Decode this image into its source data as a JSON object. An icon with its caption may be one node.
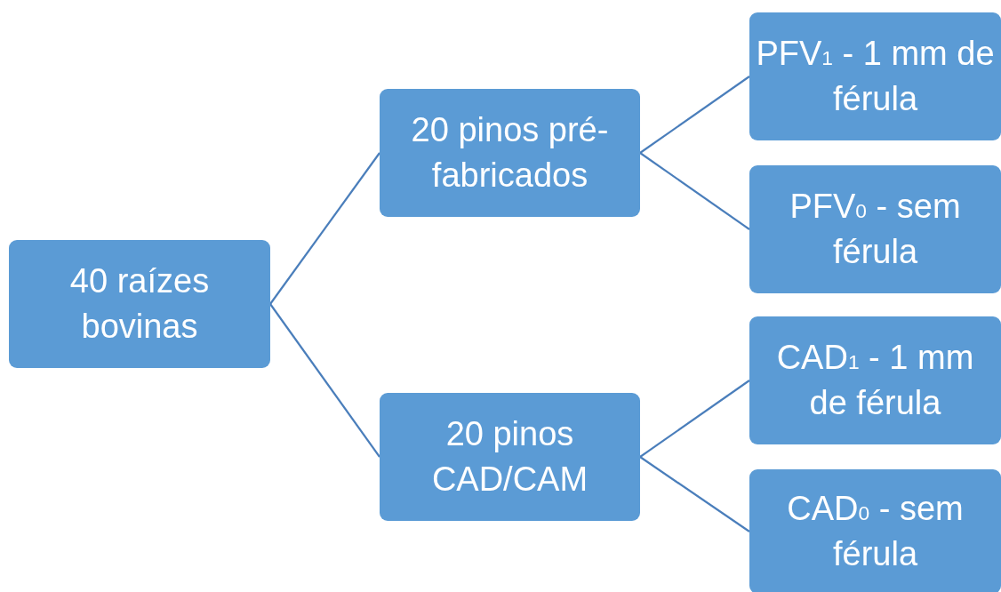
{
  "diagram": {
    "nodes": [
      {
        "text": [
          "40 raízes bovinas"
        ]
      },
      {
        "text": [
          "20 pinos pré-fabricados"
        ]
      },
      {
        "text": [
          "20 pinos CAD/CAM"
        ]
      },
      {
        "text": [
          "PFV$_{1}$ - 1 mm de férula"
        ]
      },
      {
        "text": [
          "PFV$_{0}$ - sem férula"
        ]
      },
      {
        "text": [
          "CAD$_{1}$ - 1 mm de férula"
        ]
      },
      {
        "text": [
          "CAD$_{0}$ - sem férula"
        ]
      }
    ],
    "edges": [
      {
        "from": 0,
        "to": 1,
        "arrow": "none"
      },
      {
        "from": 0,
        "to": 2,
        "arrow": "none"
      },
      {
        "from": 1,
        "to": 3,
        "arrow": "none"
      },
      {
        "from": 1,
        "to": 4,
        "arrow": "none"
      },
      {
        "from": 2,
        "to": 5,
        "arrow": "none"
      },
      {
        "from": 2,
        "to": 6,
        "arrow": "none"
      }
    ]
  }
}
